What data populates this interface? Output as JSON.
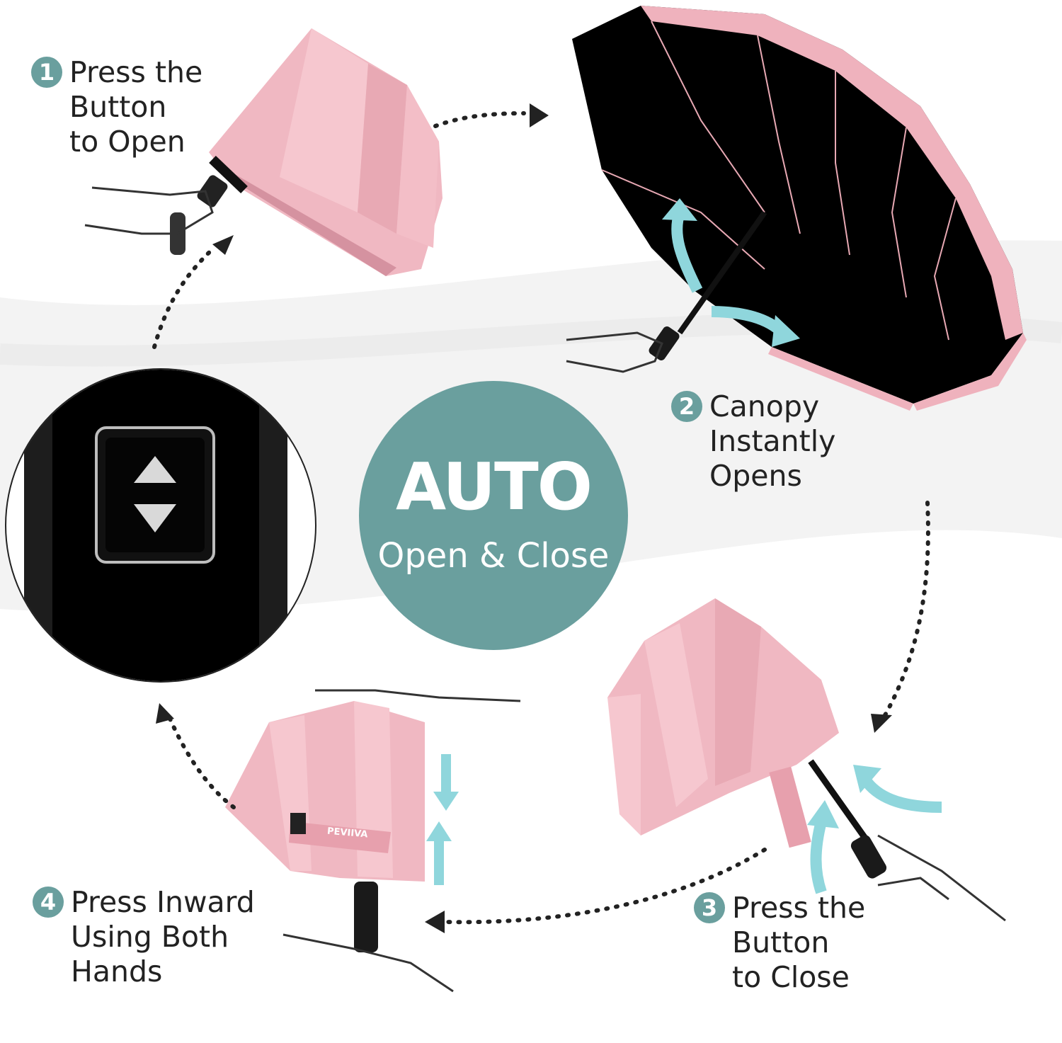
{
  "colors": {
    "teal": "#6a9f9e",
    "pink": "#f0b8c2",
    "pink_dark": "#e3a2ae",
    "arrow": "#8fd6dc",
    "dots": "#222222"
  },
  "center": {
    "title": "AUTO",
    "subtitle": "Open & Close"
  },
  "steps": [
    {
      "number": "1",
      "text": "Press the\nButton\nto Open"
    },
    {
      "number": "2",
      "text": "Canopy\nInstantly\nOpens"
    },
    {
      "number": "3",
      "text": "Press the\nButton\nto Close"
    },
    {
      "number": "4",
      "text": "Press Inward\nUsing Both\nHands"
    }
  ],
  "strap_brand": "PEVIIVA",
  "icons": [
    "button-up-triangle",
    "button-down-triangle",
    "motion-arrow",
    "dotted-flow-arrow"
  ]
}
